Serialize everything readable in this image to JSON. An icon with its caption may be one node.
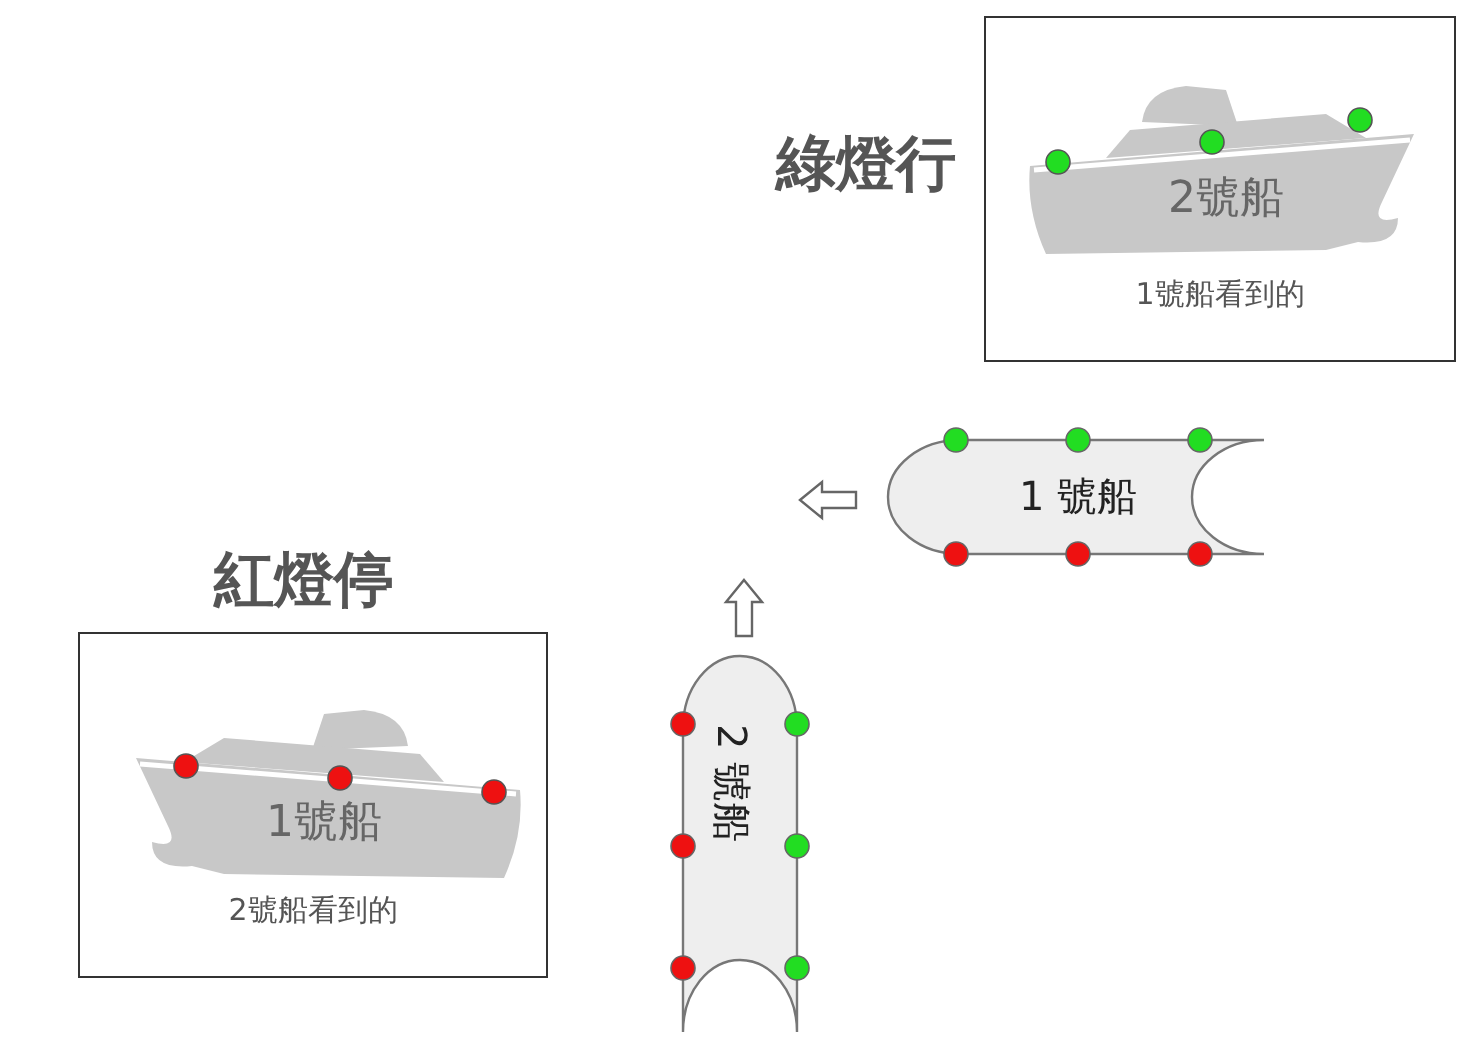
{
  "diagram": {
    "nodes": [
      {
        "text": [
          "綠燈行",
          "1號船看到的"
        ]
      },
      {
        "text": [
          "2號船"
        ],
        "in": 0
      },
      {
        "text": [
          "1 號船"
        ]
      },
      {
        "text": [
          "紅燈停",
          "2號船看到的"
        ]
      },
      {
        "text": [
          "1號船"
        ],
        "in": 3
      },
      {
        "text": [
          "2 號船"
        ]
      }
    ]
  }
}
